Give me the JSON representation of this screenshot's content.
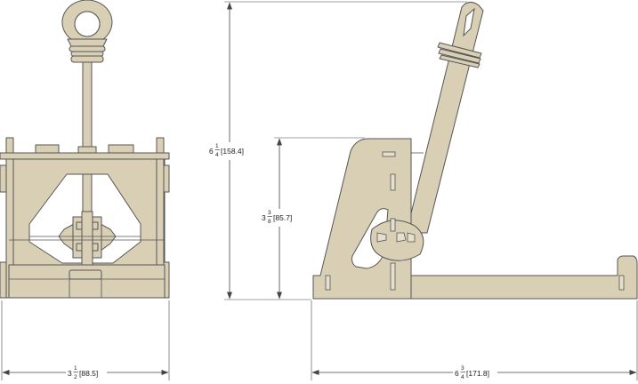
{
  "colors": {
    "part": "#d9cfb5",
    "edge": "#555555",
    "dimension_line": "#444444",
    "background": "#ffffff"
  },
  "dimensions": {
    "width_front": {
      "whole": "3",
      "num": "1",
      "den": "2",
      "metric": "[88.5]"
    },
    "length_side": {
      "whole": "6",
      "num": "3",
      "den": "4",
      "metric": "[171.8]"
    },
    "overall_height": {
      "whole": "6",
      "num": "1",
      "den": "4",
      "metric": "[158.4]"
    },
    "body_height": {
      "whole": "3",
      "num": "3",
      "den": "8",
      "metric": "[85.7]"
    }
  }
}
